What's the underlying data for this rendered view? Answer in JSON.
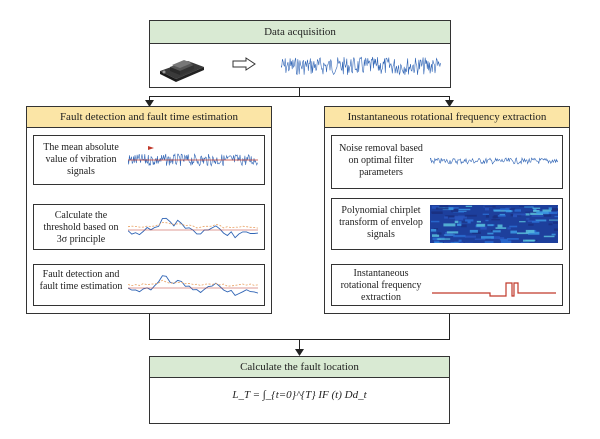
{
  "acquisition": {
    "title": "Data acquisition"
  },
  "fault_detection": {
    "title": "Fault detection and fault time estimation",
    "steps": [
      {
        "label": "The mean absolute value of vibration signals"
      },
      {
        "label": "Calculate the threshold based on 3σ principle"
      },
      {
        "label": "Fault detection and fault time estimation"
      }
    ]
  },
  "frequency_extraction": {
    "title": "Instantaneous rotational frequency extraction",
    "steps": [
      {
        "label": "Noise removal based on optimal filter parameters"
      },
      {
        "label": "Polynomial chirplet transform of envelop signals"
      },
      {
        "label": "Instantaneous rotational frequency extraction"
      }
    ]
  },
  "fault_location": {
    "title": "Calculate the fault location",
    "formula": "L_T = ∫_{t=0}^{T} IF (t) Dd_t"
  },
  "colors": {
    "header_green": "#d9ead3",
    "header_yellow": "#fbe5a6",
    "signal_blue": "#2f64b5",
    "threshold_red": "#c0392b",
    "threshold_orange": "#e8a060"
  }
}
